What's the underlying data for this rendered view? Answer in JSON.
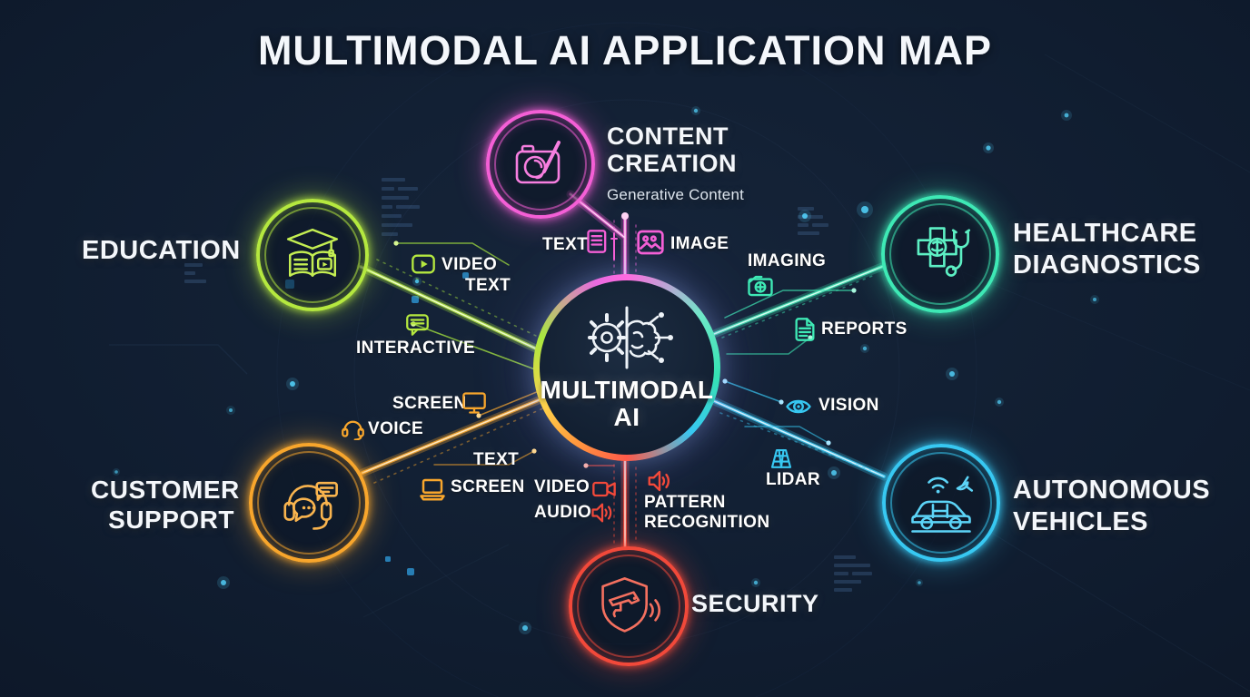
{
  "title": "MULTIMODAL AI APPLICATION MAP",
  "center": {
    "line1": "MULTIMODAL",
    "line2": "AI",
    "icon": "gear-brain-circuit-icon"
  },
  "colors": {
    "background": "#101d30",
    "magenta": "#f45fd6",
    "green": "#b5e83f",
    "teal": "#3ee9b5",
    "orange": "#f8a62c",
    "cyan": "#37c8f2",
    "red": "#f2493a",
    "text": "#f4f7fb"
  },
  "spokes": {
    "content_creation": {
      "line1": "CONTENT",
      "line2": "CREATION",
      "subtitle": "Generative Content",
      "icon": "camera-brush-icon",
      "color": "#f45fd6",
      "modalities": {
        "text": "TEXT",
        "image": "IMAGE"
      }
    },
    "education": {
      "label": "EDUCATION",
      "icon": "graduation-book-icon",
      "color": "#b5e83f",
      "modalities": {
        "video": "VIDEO",
        "text": "TEXT",
        "interactive": "INTERACTIVE"
      }
    },
    "healthcare": {
      "line1": "HEALTHCARE",
      "line2": "DIAGNOSTICS",
      "icon": "medical-cross-brain-stethoscope-icon",
      "color": "#3ee9b5",
      "modalities": {
        "imaging": "IMAGING",
        "reports": "REPORTS"
      }
    },
    "customer_support": {
      "line1": "CUSTOMER",
      "line2": "SUPPORT",
      "icon": "headset-chat-icon",
      "color": "#f8a62c",
      "modalities": {
        "screen1": "SCREEN",
        "voice": "VOICE",
        "text": "TEXT",
        "screen2": "SCREEN"
      }
    },
    "autonomous_vehicles": {
      "line1": "AUTONOMOUS",
      "line2": "VEHICLES",
      "icon": "car-radar-icon",
      "color": "#37c8f2",
      "modalities": {
        "vision": "VISION",
        "lidar": "LIDAR"
      }
    },
    "security": {
      "label": "SECURITY",
      "icon": "shield-cctv-icon",
      "color": "#f2493a",
      "modalities": {
        "video": "VIDEO",
        "audio": "AUDIO",
        "pattern": "PATTERN RECOGNITION"
      }
    }
  }
}
